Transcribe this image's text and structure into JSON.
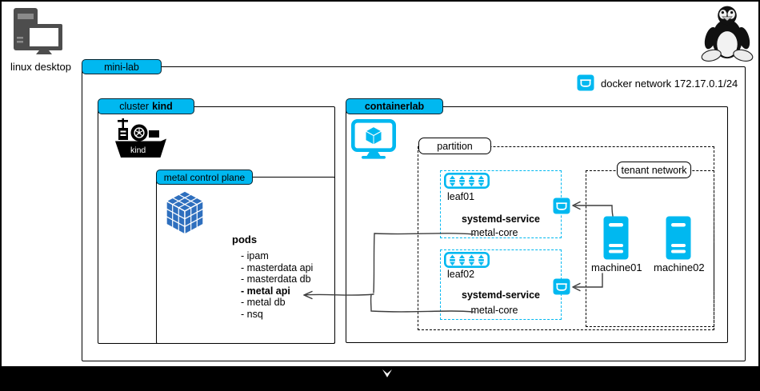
{
  "colors": {
    "accent": "#00b8f0",
    "cube_blue": "#2e6fbe",
    "dark_icon": "#4d4d4d",
    "line": "#3d3d3d"
  },
  "desktop": {
    "label": "linux desktop"
  },
  "mini_lab": {
    "label": "mini-lab"
  },
  "legend": {
    "docker_network": "docker network 172.17.0.1/24"
  },
  "cluster": {
    "label_prefix": "cluster",
    "label_bold": "kind",
    "logo_text": "kind"
  },
  "control_plane": {
    "label": "metal control plane",
    "pods_title": "pods",
    "pods": [
      "- ipam",
      "- masterdata api",
      "- masterdata db",
      "- metal api",
      "- metal db",
      "- nsq"
    ]
  },
  "containerlab": {
    "label": "containerlab"
  },
  "partition": {
    "label": "partition"
  },
  "tenant": {
    "label": "tenant network"
  },
  "leaves": [
    {
      "name": "leaf01",
      "service_title": "systemd-service",
      "service_name": "metal-core"
    },
    {
      "name": "leaf02",
      "service_title": "systemd-service",
      "service_name": "metal-core"
    }
  ],
  "machines": [
    {
      "label": "machine01"
    },
    {
      "label": "machine02"
    }
  ]
}
